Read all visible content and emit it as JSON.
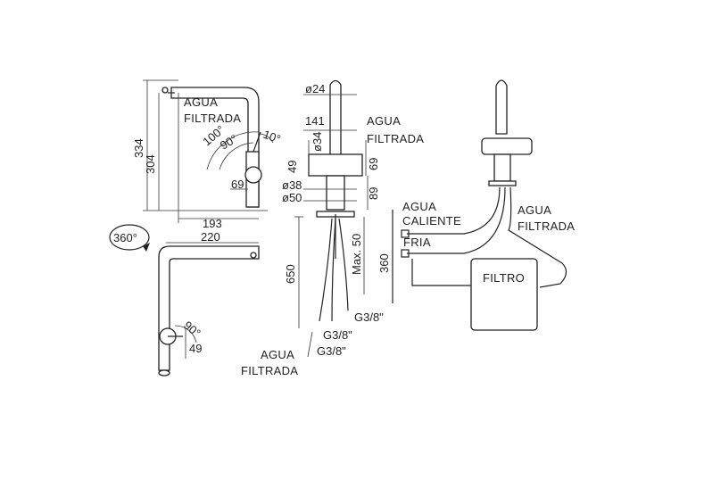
{
  "labels": {
    "agua_filtrada": "AGUA FILTRADA",
    "agua_filtrada_l1": "AGUA",
    "agua_filtrada_l2": "FILTRADA",
    "agua_caliente_l1": "AGUA",
    "agua_caliente_l2": "CALIENTE",
    "fria": "FRIA",
    "filtro": "FILTRO",
    "rotation": "360°"
  },
  "dimensions": {
    "d334": "334",
    "d304": "304",
    "d193": "193",
    "d220": "220",
    "d69_side": "69",
    "a100": "100°",
    "a90": "90°",
    "a10": "10°",
    "a90_top": "90°",
    "d49_top": "49",
    "dia24": "ø24",
    "d141": "141",
    "dia34": "ø34",
    "d49_front": "49",
    "d69_front": "69",
    "dia38": "ø38",
    "dia50": "ø50",
    "d89": "89",
    "d650": "650",
    "max50": "Max. 50",
    "d360": "360",
    "g38_a": "G3/8\"",
    "g38_b": "G3/8\"",
    "g38_c": "G3/8\""
  }
}
